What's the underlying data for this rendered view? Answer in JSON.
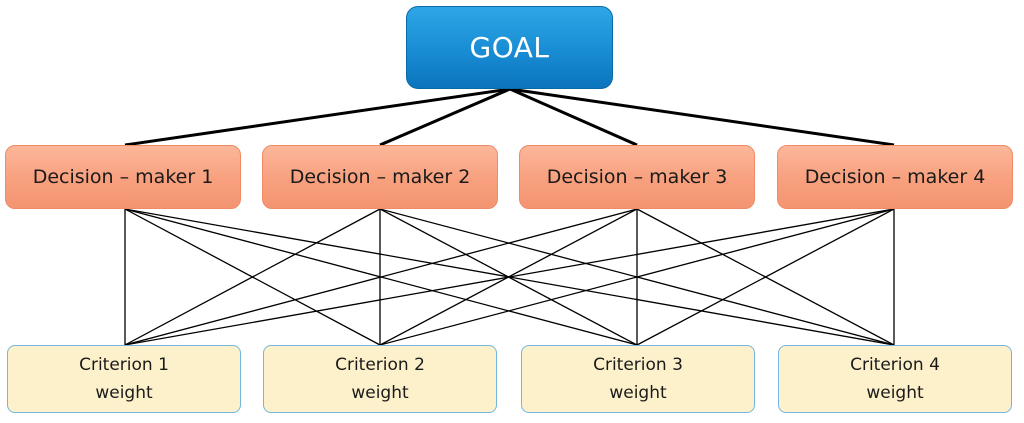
{
  "goal": {
    "label": "GOAL"
  },
  "decision_makers": [
    {
      "label": "Decision – maker 1"
    },
    {
      "label": "Decision – maker 2"
    },
    {
      "label": "Decision – maker 3"
    },
    {
      "label": "Decision – maker 4"
    }
  ],
  "criteria": [
    {
      "line1": "Criterion 1",
      "line2": "weight"
    },
    {
      "line1": "Criterion 2",
      "line2": "weight"
    },
    {
      "line1": "Criterion 3",
      "line2": "weight"
    },
    {
      "line1": "Criterion 4",
      "line2": "weight"
    }
  ],
  "colors": {
    "goal": "#1a8fd6",
    "decision_maker": "#f8a07e",
    "criterion": "#fdf1cb",
    "criterion_border": "#73b6e0",
    "connector": "#000000"
  }
}
